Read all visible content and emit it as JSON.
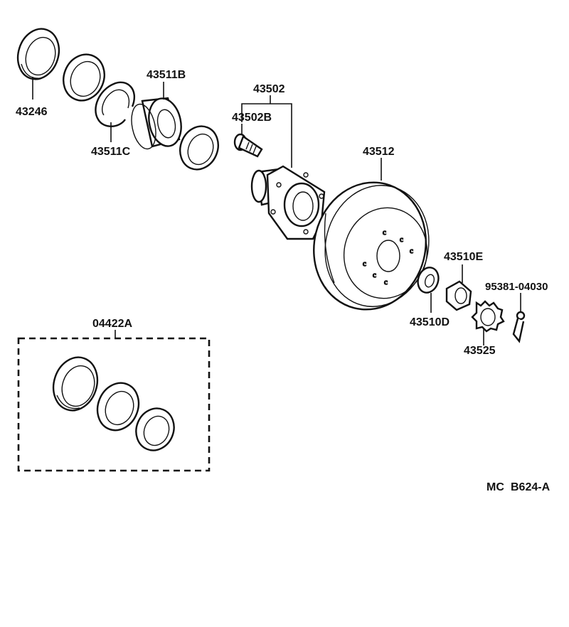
{
  "labels": {
    "p43246": "43246",
    "p43511B": "43511B",
    "p43511C": "43511C",
    "p43502": "43502",
    "p43502B": "43502B",
    "p43512": "43512",
    "p43510E": "43510E",
    "p43510D": "43510D",
    "p95381": "95381-04030",
    "p43525": "43525",
    "p04422A": "04422A"
  },
  "footer": {
    "code_prefix": "MC",
    "code": "B624-A"
  }
}
